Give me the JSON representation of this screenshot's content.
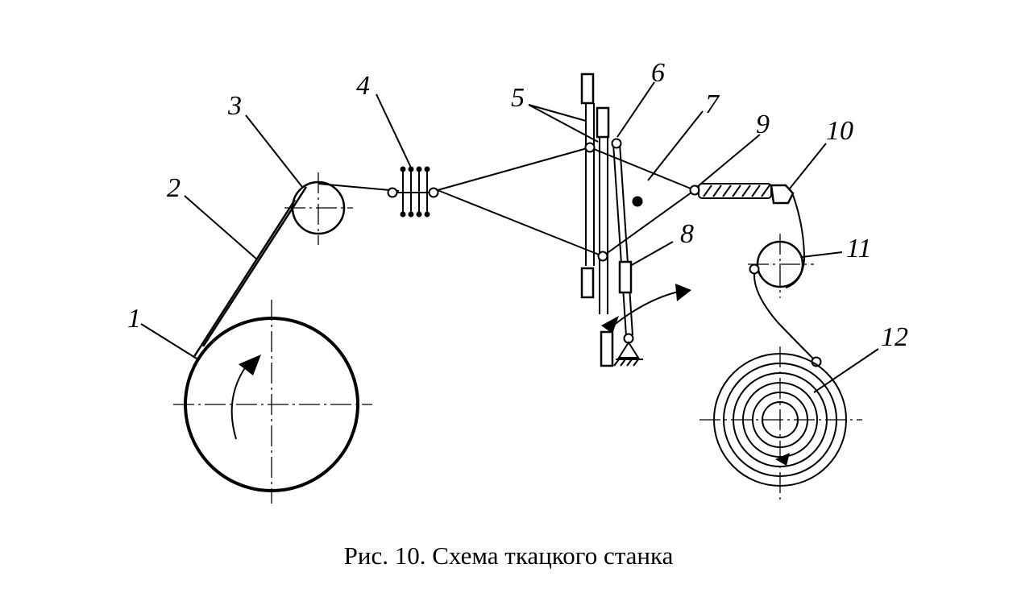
{
  "figure": {
    "caption": "Рис. 10. Схема ткацкого станка"
  },
  "callouts": [
    {
      "id": "1",
      "text": "1"
    },
    {
      "id": "2",
      "text": "2"
    },
    {
      "id": "3",
      "text": "3"
    },
    {
      "id": "4",
      "text": "4"
    },
    {
      "id": "5",
      "text": "5"
    },
    {
      "id": "6",
      "text": "6"
    },
    {
      "id": "7",
      "text": "7"
    },
    {
      "id": "8",
      "text": "8"
    },
    {
      "id": "9",
      "text": "9"
    },
    {
      "id": "10",
      "text": "10"
    },
    {
      "id": "11",
      "text": "11"
    },
    {
      "id": "12",
      "text": "12"
    }
  ]
}
